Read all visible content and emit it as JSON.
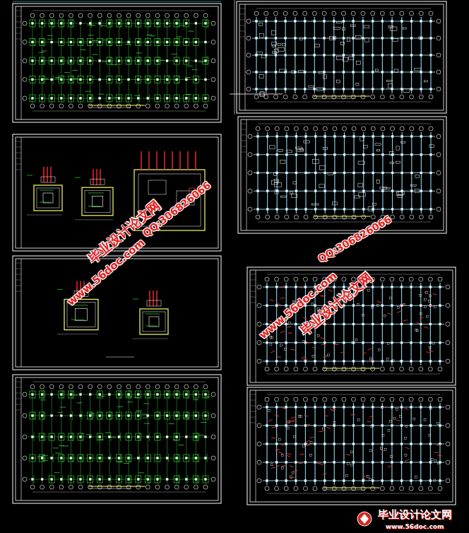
{
  "diagram": {
    "labels": [
      "QQ:306826066",
      "毕业设计论文网",
      "www.56doc.com",
      "QQ:306826066",
      "毕业设计论文网",
      "www.56doc.com",
      "毕业设计论文网",
      "www.56doc.com"
    ]
  }
}
